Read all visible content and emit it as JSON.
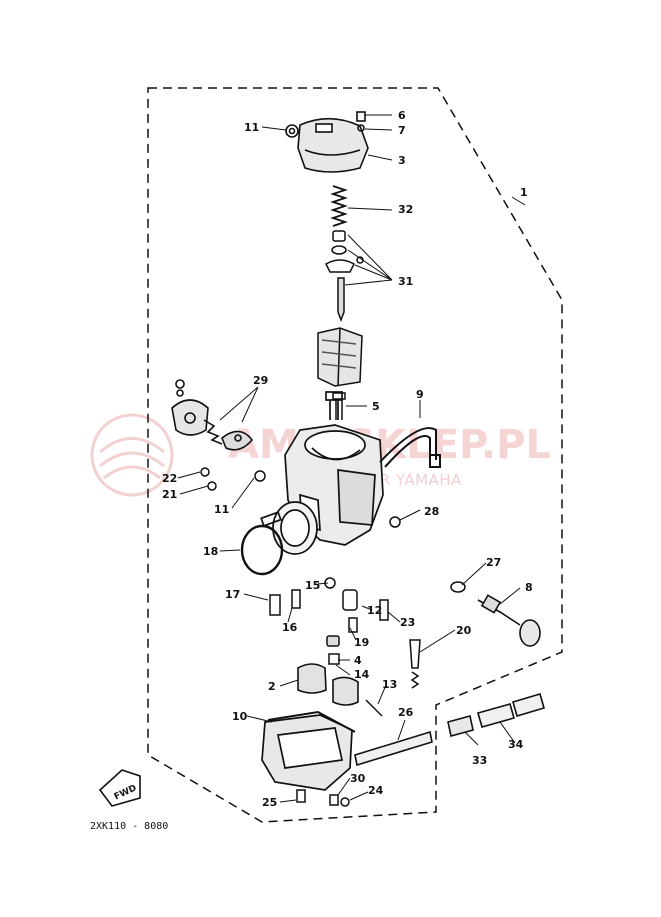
{
  "diagram": {
    "part_labels": [
      "1",
      "2",
      "3",
      "4",
      "5",
      "6",
      "7",
      "8",
      "9",
      "10",
      "11",
      "11",
      "12",
      "13",
      "14",
      "15",
      "16",
      "17",
      "18",
      "19",
      "20",
      "21",
      "22",
      "23",
      "24",
      "25",
      "26",
      "27",
      "28",
      "29",
      "30",
      "31",
      "32",
      "33",
      "34"
    ],
    "diagram_code": "2XK110 - 8080",
    "fwd_label": "FWD"
  },
  "watermark": {
    "brand": "AMA-SKLEP.PL",
    "subtitle": "WOJ. DEALER YAMAHA"
  },
  "colors": {
    "ink": "#111111",
    "watermark": "#f2c6c6"
  }
}
